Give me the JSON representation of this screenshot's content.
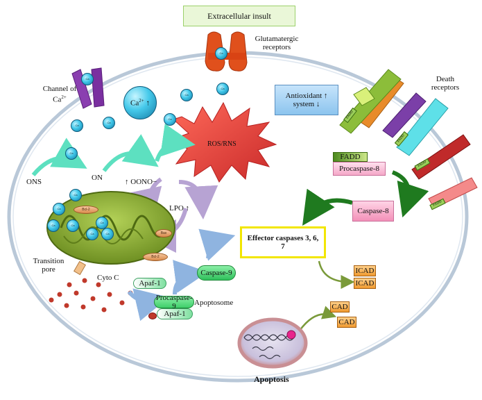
{
  "title_box": "Extracellular insult",
  "labels": {
    "glutamatergic": "Glutamatergic receptors",
    "channel_ca": "Channel of Ca",
    "channel_ca_sup": "2+",
    "death_receptors": "Death receptors",
    "antioxidant": "Antioxidant ↑ system ↓",
    "ros_rns": "ROS/RNS",
    "ca_big": "Ca",
    "ca_big_sup": "2+",
    "ca_big_arrow": "↑",
    "ons": "ONS",
    "on": "ON",
    "oono": "↑ OONO−",
    "lpo": "LPO ↑",
    "transition_pore": "Transition pore",
    "cyto_c": "Cyto C",
    "apaf1": "Apaf-1",
    "caspase9": "Caspase-9",
    "apoptosome": "Apoptosome",
    "procaspase9": "Procaspase-9",
    "apaf1_lower": "Apaf-1",
    "fadd": "FADD",
    "procaspase8": "Procaspase-8",
    "caspase8": "Caspase-8",
    "effector": "Effector caspases 3, 6, 7",
    "icad": "ICAD",
    "cad": "CAD",
    "apoptosis": "Apoptosis",
    "bcl2": "Bcl-2",
    "bax": "Bax",
    "receptor_fadd": "FADD",
    "ca_small": "Ca",
    "ca_small_sup": "2+"
  },
  "colors": {
    "cell_border": "#b9c8d8",
    "mito": "#8fb23c",
    "ros": "#e64545",
    "calcium": "#3fc6e8",
    "effector_border": "#f2e600",
    "caspase9": "#5ad27a",
    "caspase8": "#f7a8c8",
    "icad_cad": "#f0a040",
    "arrow_green": "#1f7a1f",
    "arrow_lilac": "#b7a3d3",
    "arrow_blue": "#8fb4e0",
    "arrow_teal": "#5de0c0"
  }
}
